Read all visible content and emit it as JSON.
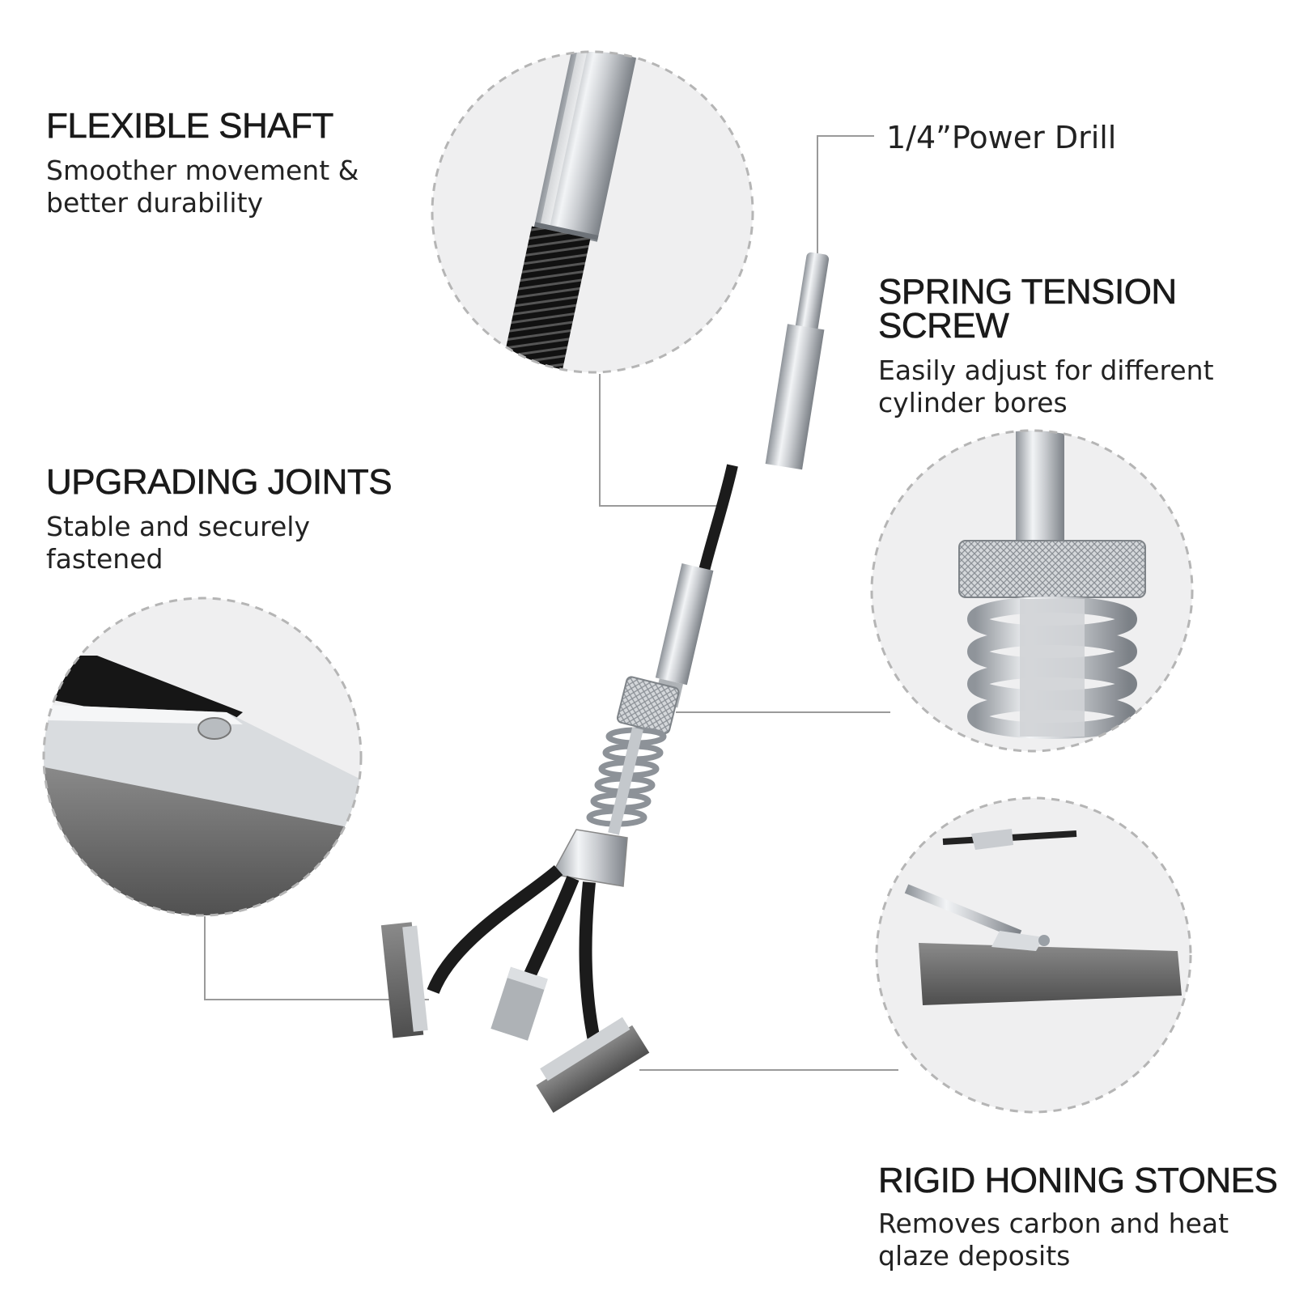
{
  "features": {
    "flexible_shaft": {
      "title": "FLEXIBLE SHAFT",
      "desc_lines": [
        "Smoother movement &",
        "better durability"
      ]
    },
    "upgrading_joints": {
      "title": "UPGRADING JOINTS",
      "desc_lines": [
        "Stable and securely",
        "fastened"
      ]
    },
    "spring_tension": {
      "title_lines": [
        "SPRING TENSION",
        "SCREW"
      ],
      "desc_lines": [
        "Easily adjust for different",
        "cylinder bores"
      ]
    },
    "honing_stones": {
      "title": "RIGID HONING STONES",
      "desc_lines": [
        "Removes carbon and heat",
        "qlaze deposits"
      ]
    }
  },
  "callouts": {
    "drill": "1/4”Power Drill"
  },
  "colors": {
    "text": "#1a1a1a",
    "leader_line": "#9a9a9a",
    "dashed_circle": "#b5b5b5",
    "steel": "#c9ccd0",
    "rubber": "#1b1b1b",
    "stone": "#6b6b6b"
  }
}
